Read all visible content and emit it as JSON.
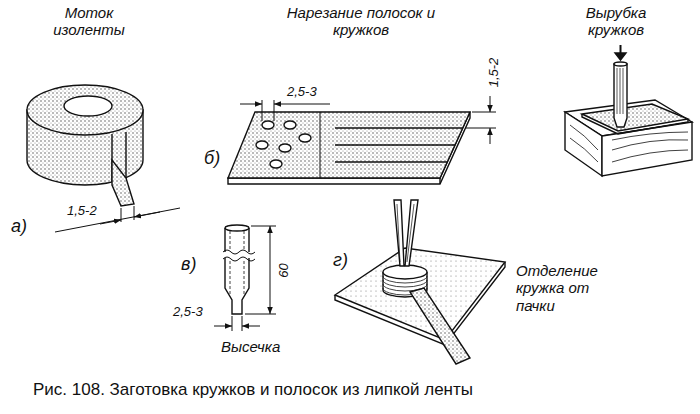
{
  "diagram": {
    "caption": "Рис. 108. Заготовка кружков и полосок из липкой ленты",
    "labels": [
      "Моток изоленты",
      "Нарезание полосок и кружков",
      "Вырубка кружков",
      "а)",
      "1,5-2",
      "2,5-3",
      "1,5-2",
      "б)",
      "в)",
      "60",
      "2,5-3",
      "г)",
      "Высечка",
      "Отделение кружка от пачки"
    ]
  }
}
